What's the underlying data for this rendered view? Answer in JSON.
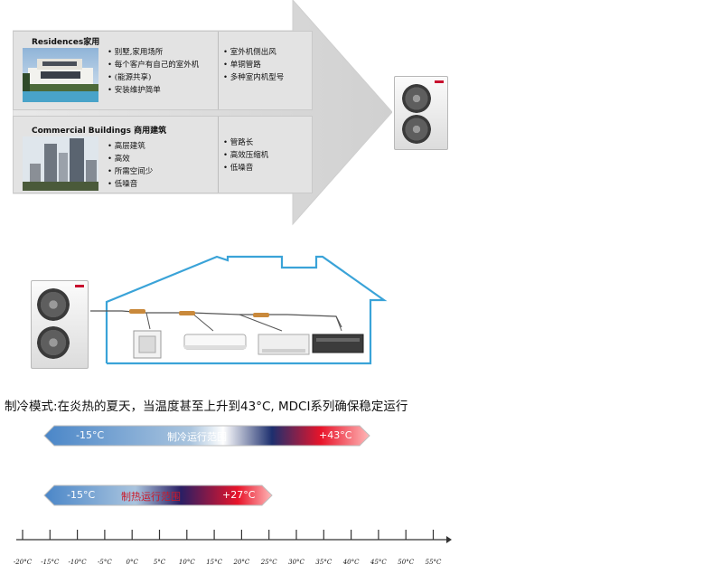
{
  "segments": {
    "residences": {
      "title": "Residences家用",
      "left_items": [
        "别墅,家用场所",
        "每个客户有自己的室外机",
        "(能源共享)",
        "安装维护简单"
      ],
      "right_items": [
        "室外机侧出风",
        "单铜管路",
        "多种室内机型号"
      ]
    },
    "commercial": {
      "title": "Commercial Buildings 商用建筑",
      "left_items": [
        "高层建筑",
        "高效",
        "所需空间少",
        "低噪音"
      ],
      "right_items": [
        "管路长",
        "高效压缩机",
        "低噪音"
      ]
    }
  },
  "caption": "制冷模式:在炎热的夏天，当温度甚至上升到43°C, MDCI系列确保稳定运行",
  "ranges": {
    "cooling": {
      "label": "制冷运行范围",
      "min_label": "-15°C",
      "max_label": "+43°C",
      "min": -15,
      "max": 43
    },
    "heating": {
      "label": "制热运行范围",
      "min_label": "-15°C",
      "max_label": "+27°C",
      "min": -15,
      "max": 27
    }
  },
  "scale": {
    "ticks": [
      "-20°C",
      "-15°C",
      "-10°C",
      "-5°C",
      "0°C",
      "5°C",
      "10°C",
      "15°C",
      "20°C",
      "25°C",
      "30°C",
      "35°C",
      "40°C",
      "45°C",
      "50°C",
      "55°C"
    ],
    "min": -20,
    "max": 55
  },
  "colors": {
    "cool": "#4a86c8",
    "hot": "#e8142a",
    "house": "#3aa3d8",
    "arrow_fill": "#d8d8d8"
  }
}
